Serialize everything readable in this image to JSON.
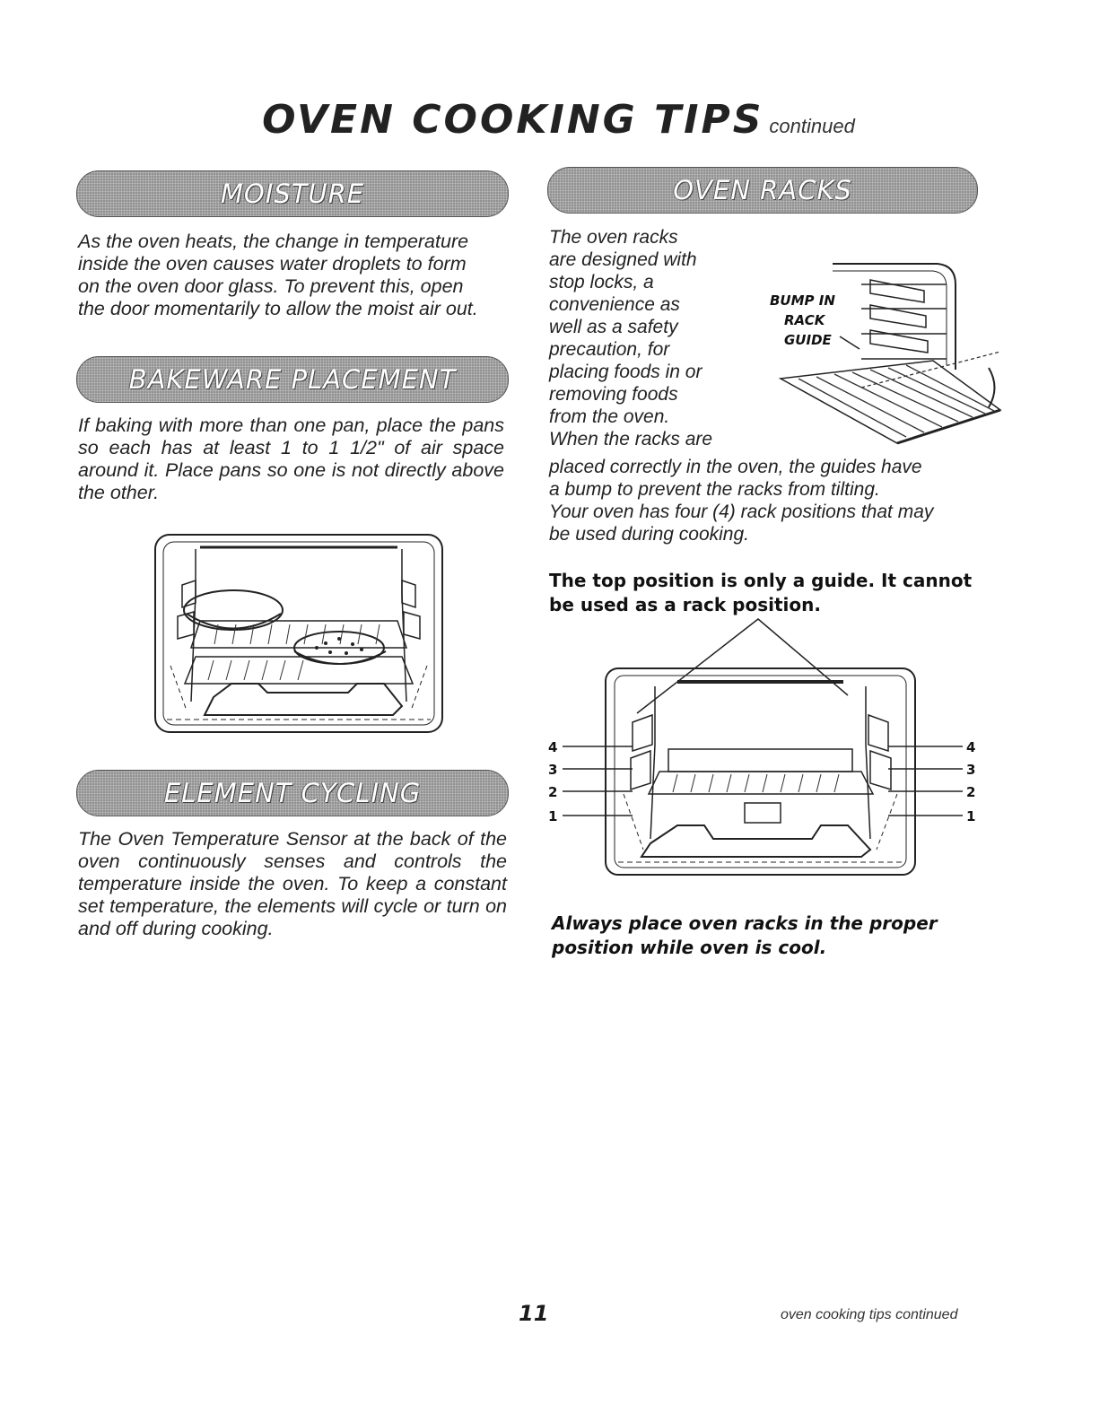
{
  "header": {
    "title": "OVEN COOKING TIPS",
    "subtitle": "continued"
  },
  "sections": {
    "moisture": {
      "heading": "MOISTURE",
      "lines": [
        "As the oven heats, the change in temperature",
        "inside the oven causes water droplets to form",
        "on the oven door glass. To prevent this, open",
        "the door momentarily to allow the moist air out."
      ]
    },
    "bakeware": {
      "heading": "BAKEWARE PLACEMENT",
      "text": "If baking with more than one pan, place the pans so each has at least 1 to 1 1/2\" of air space around it. Place pans so one is not directly above the other."
    },
    "element_cycling": {
      "heading": "ELEMENT CYCLING",
      "text": "The Oven Temperature Sensor at the back of the oven continuously senses and controls the temperature inside the oven. To keep a constant set temperature, the elements will cycle or turn on and off during cooking."
    },
    "oven_racks": {
      "heading": "OVEN RACKS",
      "narrow_lines": [
        "The oven racks",
        "are designed with",
        "stop locks, a",
        "convenience as",
        "well as a safety",
        "precaution, for",
        "placing foods in or",
        "removing foods",
        "from the oven.",
        "When the racks are"
      ],
      "wide_lines": [
        "placed correctly in the oven, the guides have",
        "a bump to prevent the racks from tilting.",
        "Your oven has four (4) rack positions that may",
        "be used during cooking."
      ],
      "diagram_label": [
        "BUMP IN",
        "RACK",
        "GUIDE"
      ],
      "note": "The top position is only a guide. It cannot be used as a rack position.",
      "rack_positions": [
        "4",
        "3",
        "2",
        "1"
      ],
      "warning": "Always place oven racks in the proper position while oven is cool."
    }
  },
  "footer": {
    "page_number": "11",
    "text": "oven cooking tips continued"
  }
}
